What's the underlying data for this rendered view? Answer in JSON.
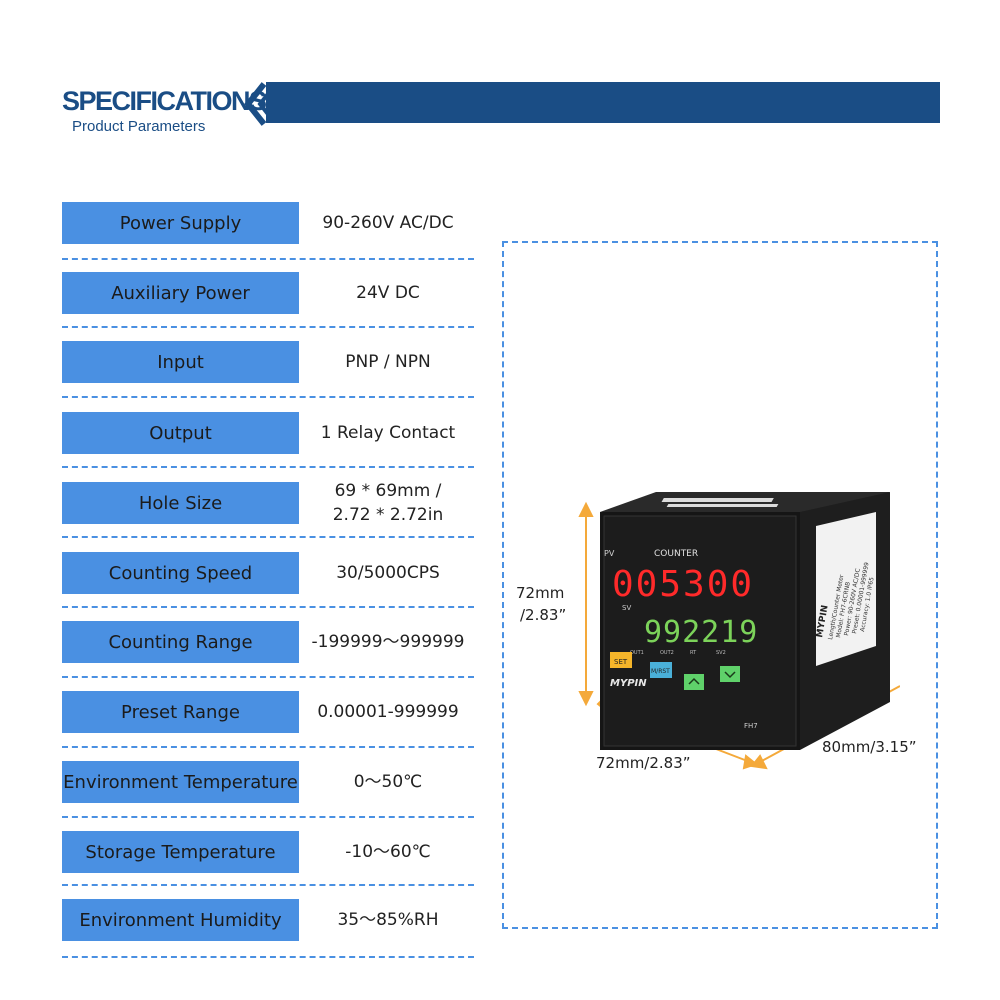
{
  "header": {
    "title": "SPECIFICATIONS",
    "subtitle": "Product Parameters",
    "brand_color": "#1a4d85"
  },
  "specs": [
    {
      "label": "Power Supply",
      "value": "90-260V AC/DC"
    },
    {
      "label": "Auxiliary Power",
      "value": "24V DC"
    },
    {
      "label": "Input",
      "value": "PNP / NPN"
    },
    {
      "label": "Output",
      "value": "1 Relay Contact"
    },
    {
      "label": "Hole Size",
      "value_line1": "69 * 69mm /",
      "value_line2": "2.72 * 2.72in"
    },
    {
      "label": "Counting Speed",
      "value": "30/5000CPS"
    },
    {
      "label": "Counting Range",
      "value": "-199999～999999"
    },
    {
      "label": "Preset Range",
      "value": "0.00001-999999"
    },
    {
      "label": "Environment Temperature",
      "value": "0～50℃"
    },
    {
      "label": "Storage Temperature",
      "value": "-10～60℃"
    },
    {
      "label": "Environment Humidity",
      "value": "35～85%RH"
    }
  ],
  "label_color": "#4a90e2",
  "dimensions": {
    "height_line1": "72mm",
    "height_line2": "/2.83”",
    "width": "72mm/2.83”",
    "depth": "80mm/3.15”"
  },
  "device": {
    "pv_label": "PV",
    "sv_label": "SV",
    "counter_label": "COUNTER",
    "pv_display": "005300",
    "sv_display": "992219",
    "brand": "MYPIN",
    "model": "FH7",
    "out1": "OUT1",
    "out2": "OUT2",
    "rt": "RT",
    "sv2": "SV2",
    "set_button": "SET",
    "mrst_button": "M/RST",
    "side_label": "MYPIN",
    "side_lines": [
      "Length/Counter Meter",
      "Model: FH7-6CRNB",
      "Power: 90-260V AC/DC",
      "Preset: 0.00001-999999",
      "Accuracy: 1.0  IP65"
    ],
    "pv_color": "#ff2a2a",
    "sv_color": "#7cd35a"
  }
}
